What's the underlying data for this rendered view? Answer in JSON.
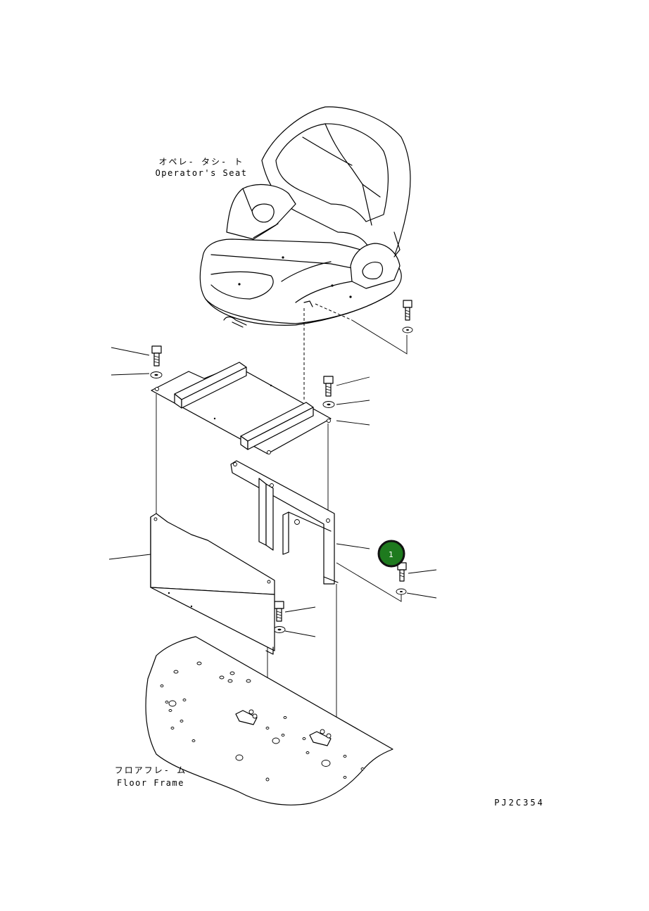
{
  "labels": {
    "seat_jp": "オペレ- タシ- ト",
    "seat_en": "Operator's Seat",
    "floor_jp": "フロアフレ- ム",
    "floor_en": "Floor Frame",
    "drawing_code": "PJ2C354"
  },
  "callouts": [
    {
      "number": "1",
      "color": "#1e7a1e"
    }
  ]
}
